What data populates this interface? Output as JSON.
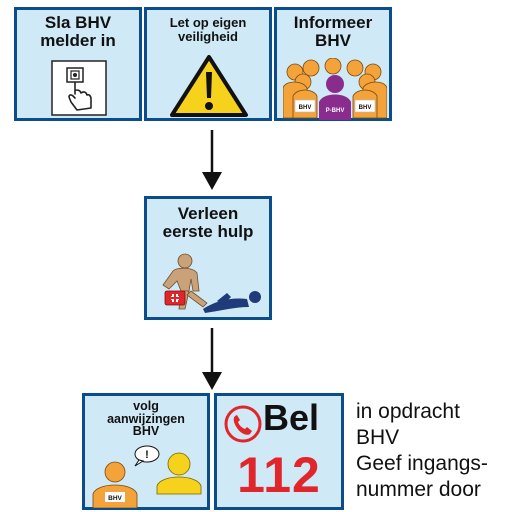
{
  "cards": {
    "bhv_alarm": {
      "title": "Sla BHV\nmelder in"
    },
    "safety": {
      "title": "Let op eigen\nveiligheid"
    },
    "inform": {
      "title": "Informeer\nBHV",
      "badge_bhv": "BHV",
      "badge_pbhv": "P-BHV"
    },
    "first_aid": {
      "title": "Verleen\neerste hulp"
    },
    "follow": {
      "title": "volg\naanwijzingen\nBHV",
      "speech": "!",
      "badge_bhv": "BHV"
    },
    "call": {
      "label": "Bel",
      "number": "112"
    }
  },
  "side_note": {
    "line1": "in opdracht",
    "line2": "BHV",
    "line3": "Geef ingangs-",
    "line4": "nummer door"
  },
  "colors": {
    "card_bg": "#cfe9f7",
    "card_border": "#0a4d8a",
    "accent_red": "#e0262b",
    "warning_yellow": "#f6d21c",
    "figure_orange": "#f3a33a",
    "figure_purple": "#8a2c8e",
    "patient_navy": "#1f3b7a",
    "helper_tan": "#c9a27a"
  },
  "icons": [
    "alarm-button-icon",
    "warning-triangle-icon",
    "team-group-icon",
    "first-aid-scene-icon",
    "speaking-people-icon",
    "phone-icon"
  ]
}
